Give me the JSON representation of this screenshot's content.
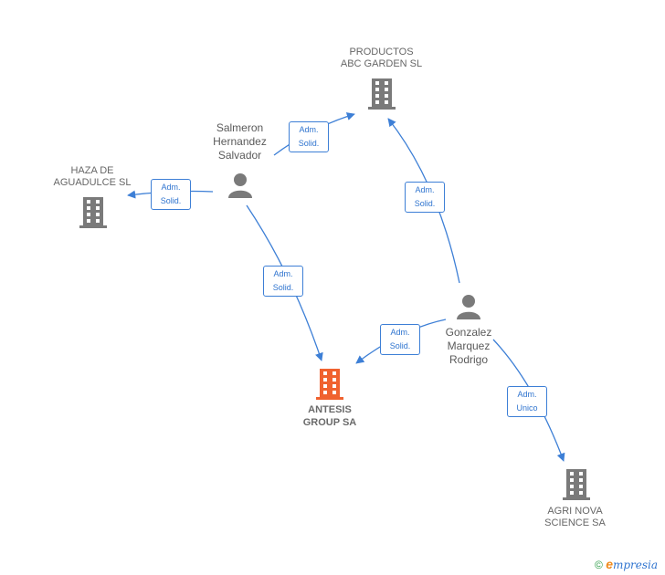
{
  "colors": {
    "edge": "#3d7fd6",
    "company": "#7a7a7a",
    "main_company": "#f0622f",
    "person": "#7a7a7a"
  },
  "nodes": {
    "productos": {
      "line1": "PRODUCTOS",
      "line2": "ABC GARDEN SL",
      "icon": "building-icon"
    },
    "haza": {
      "line1": "HAZA DE",
      "line2": "AGUADULCE  SL",
      "icon": "building-icon"
    },
    "salmeron": {
      "line1": "Salmeron",
      "line2": "Hernandez",
      "line3": "Salvador",
      "icon": "person-icon"
    },
    "gonzalez": {
      "line1": "Gonzalez",
      "line2": "Marquez",
      "line3": "Rodrigo",
      "icon": "person-icon"
    },
    "antesis": {
      "line1": "ANTESIS",
      "line2": "GROUP SA",
      "icon": "building-icon"
    },
    "agrinova": {
      "line1": "AGRI NOVA",
      "line2": "SCIENCE SA",
      "icon": "building-icon"
    }
  },
  "edges": [
    {
      "id": "salmeron-productos",
      "line1": "Adm.",
      "line2": "Solid."
    },
    {
      "id": "salmeron-haza",
      "line1": "Adm.",
      "line2": "Solid."
    },
    {
      "id": "salmeron-antesis",
      "line1": "Adm.",
      "line2": "Solid."
    },
    {
      "id": "gonzalez-productos",
      "line1": "Adm.",
      "line2": "Solid."
    },
    {
      "id": "gonzalez-antesis",
      "line1": "Adm.",
      "line2": "Solid."
    },
    {
      "id": "gonzalez-agrinova",
      "line1": "Adm.",
      "line2": "Unico"
    }
  ],
  "footer": {
    "copyright": "©",
    "brand_initial": "e",
    "brand_rest": "mpresia"
  }
}
